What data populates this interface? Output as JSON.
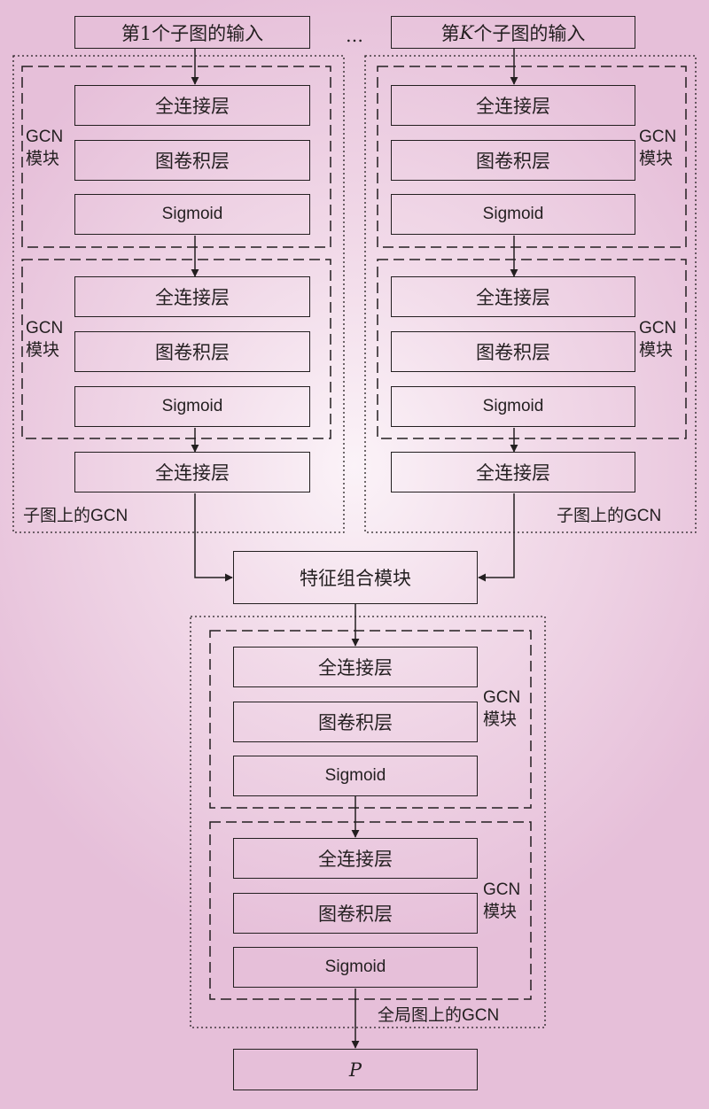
{
  "inputs": {
    "first": "第1个子图的输入",
    "kth_prefix": "第",
    "kth_var": "K",
    "kth_suffix": "个子图的输入",
    "ellipsis": "…"
  },
  "layers": {
    "fc": "全连接层",
    "gconv": "图卷积层",
    "sigmoid": "Sigmoid"
  },
  "gcn_module": {
    "line1": "GCN",
    "line2": "模块"
  },
  "subgraph_gcn": {
    "prefix": "子图上的",
    "suffix": "GCN"
  },
  "feature_combine": "特征组合模块",
  "global_gcn": {
    "prefix": "全局图上的",
    "suffix": "GCN"
  },
  "output": "P"
}
